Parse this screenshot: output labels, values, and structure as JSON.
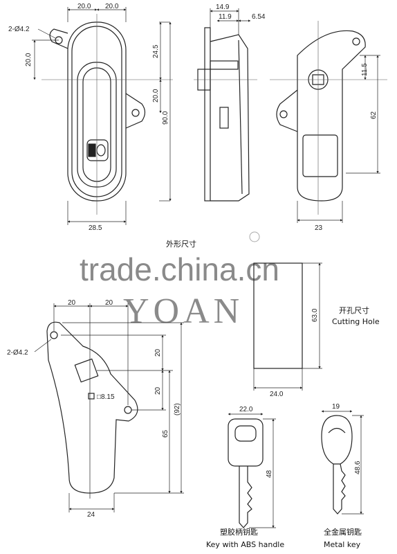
{
  "front_view": {
    "dims": [
      "20.0",
      "20.0",
      "2-Ø4.2",
      "20.0",
      "24.5",
      "20.0",
      "90.0",
      "28.5"
    ]
  },
  "side_view": {
    "dims": [
      "14.9",
      "11.9",
      "6.54"
    ]
  },
  "rear_view": {
    "dims": [
      "23",
      "11.5",
      "62"
    ]
  },
  "cutting_hole": {
    "dims": [
      "63.0",
      "24.0"
    ]
  },
  "bracket": {
    "dims": [
      "20",
      "20",
      "2-Ø4.2",
      "20",
      "20",
      "□8.15",
      "65",
      "(92)",
      "24"
    ]
  },
  "abs_key": {
    "dims": [
      "22.0",
      "48"
    ]
  },
  "metal_key": {
    "dims": [
      "19",
      "48.6"
    ]
  },
  "labels": {
    "outline_title": "外形尺寸",
    "cutting_hole_cn": "开孔尺寸",
    "cutting_hole_en": "Cutting Hole",
    "abs_key_cn": "塑胶柄钥匙",
    "abs_key_en": "Key with ABS handle",
    "metal_key_cn": "全金属钥匙",
    "metal_key_en": "Metal key"
  },
  "watermark": {
    "site": "trade.china.cn",
    "brand": "YOAN"
  }
}
